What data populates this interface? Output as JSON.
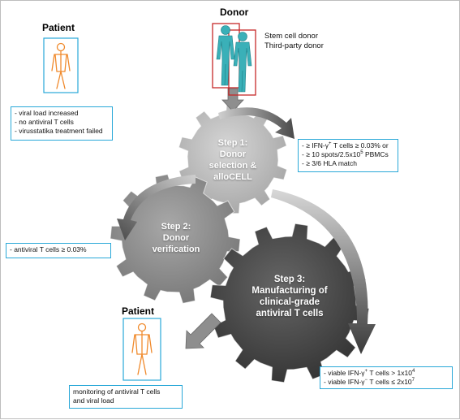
{
  "labels": {
    "patient_top": "Patient",
    "donor": "Donor",
    "patient_bottom": "Patient"
  },
  "donor_types": [
    "Stem cell donor",
    "Third-party donor"
  ],
  "patient_box": [
    "- viral load increased",
    "- no antiviral T cells",
    "- virusstatika treatment failed"
  ],
  "step1": {
    "lines": [
      "Step 1:",
      "Donor",
      "selection &",
      "alloCELL"
    ],
    "criteria": {
      "c1_pre": "- ≥ IFN-γ",
      "c1_sup": "+",
      "c1_post": " T cells ≥ 0.03%  or",
      "c2_pre": "- ≥ 10 spots/2.5x10",
      "c2_sup": "5",
      "c2_post": " PBMCs",
      "c3": "- ≥ 3/6 HLA match"
    }
  },
  "step2": {
    "lines": [
      "Step 2:",
      "Donor",
      "verification"
    ],
    "criteria": "- antiviral T cells ≥ 0.03%"
  },
  "step3": {
    "lines": [
      "Step 3:",
      "Manufacturing of",
      "clinical-grade",
      "antiviral T cells"
    ],
    "criteria": {
      "c1_pre": "- viable IFN-γ",
      "c1_sup": "+",
      "c1_post": " T cells > 1x10",
      "c1_exp": "4",
      "c2_pre": "- viable IFN-γ",
      "c2_sup": "−",
      "c2_post": " T cells ≤ 2x10",
      "c2_exp": "7"
    }
  },
  "monitoring": [
    "monitoring of antiviral T cells",
    "and viral load"
  ],
  "colors": {
    "box_border": "#29a8d8",
    "donor_frame": "#c62828",
    "donor_figure": "#3ab0b8",
    "patient_figure": "#f08a2c",
    "gear_light": "#b4b4b4",
    "gear_mid": "#8c8c8c",
    "gear_dark": "#4a4a4a",
    "arrow": "#7a7a7a"
  }
}
